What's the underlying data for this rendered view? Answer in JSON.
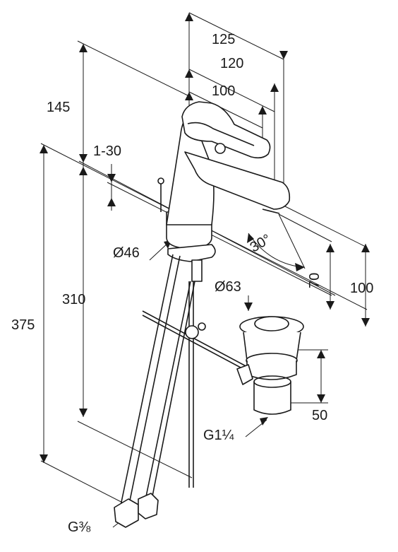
{
  "dimensions": {
    "width_125": "125",
    "width_120": "120",
    "width_100_top": "100",
    "height_145": "145",
    "range_1_30": "1-30",
    "diameter_46": "Ø46",
    "height_310": "310",
    "height_375": "375",
    "angle_30": "30°",
    "height_70": "70",
    "height_100": "100",
    "diameter_63": "Ø63",
    "height_50": "50",
    "thread_g1_1_4": "G1¼",
    "thread_g3_8": "G⅜"
  }
}
